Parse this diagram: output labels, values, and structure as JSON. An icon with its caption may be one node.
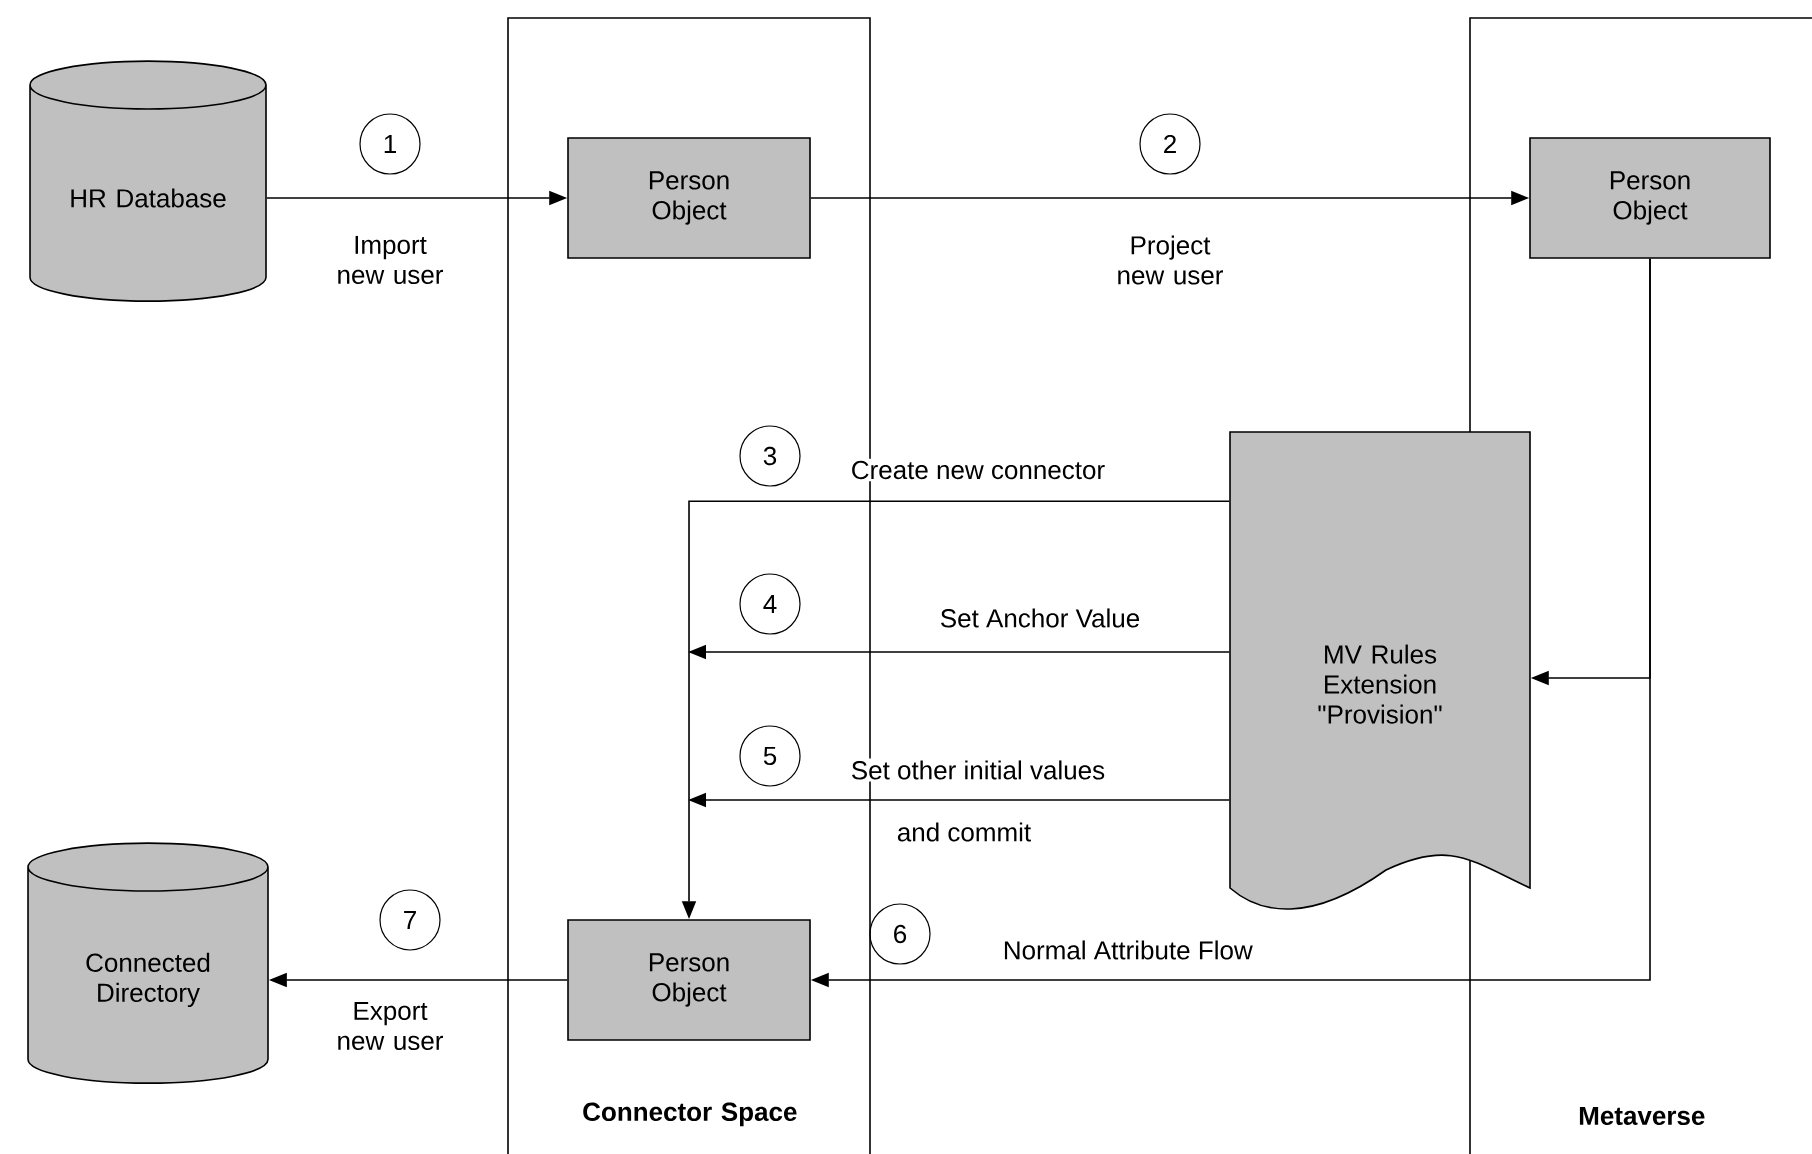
{
  "diagram": {
    "nodes": [
      {
        "text": [
          "HR Database"
        ]
      },
      {
        "text": [
          "Connector Space"
        ]
      },
      {
        "text": [
          "Person Object"
        ],
        "in": 1
      },
      {
        "text": [
          "Metaverse"
        ]
      },
      {
        "text": [
          "Person Object"
        ],
        "in": 3
      },
      {
        "text": [
          "MV Rules Extension \"Provision\""
        ]
      },
      {
        "text": [
          "Person Object"
        ],
        "in": 1
      },
      {
        "text": [
          "Connected Directory"
        ]
      }
    ],
    "edges": [
      {
        "from": 0,
        "to": 2,
        "arrow": "to",
        "label": "Import new user"
      },
      {
        "from": 2,
        "to": 4,
        "arrow": "to",
        "label": "Project new user"
      },
      {
        "from": 4,
        "to": 5,
        "arrow": "to"
      },
      {
        "from": 5,
        "to": 6,
        "arrow": "to",
        "label": "Create new connector"
      },
      {
        "from": 5,
        "to": null,
        "arrow": "to",
        "label": "Set Anchor Value"
      },
      {
        "from": 5,
        "to": null,
        "arrow": "to",
        "label": "Set other initial values"
      },
      {
        "from": 4,
        "to": 6,
        "arrow": "to",
        "label": "Normal Attribute Flow"
      },
      {
        "from": 6,
        "to": 7,
        "arrow": "to",
        "label": "Export new user"
      }
    ],
    "labels": [
      "1",
      "2",
      "3",
      "4",
      "5",
      "and commit",
      "7",
      "6"
    ]
  }
}
